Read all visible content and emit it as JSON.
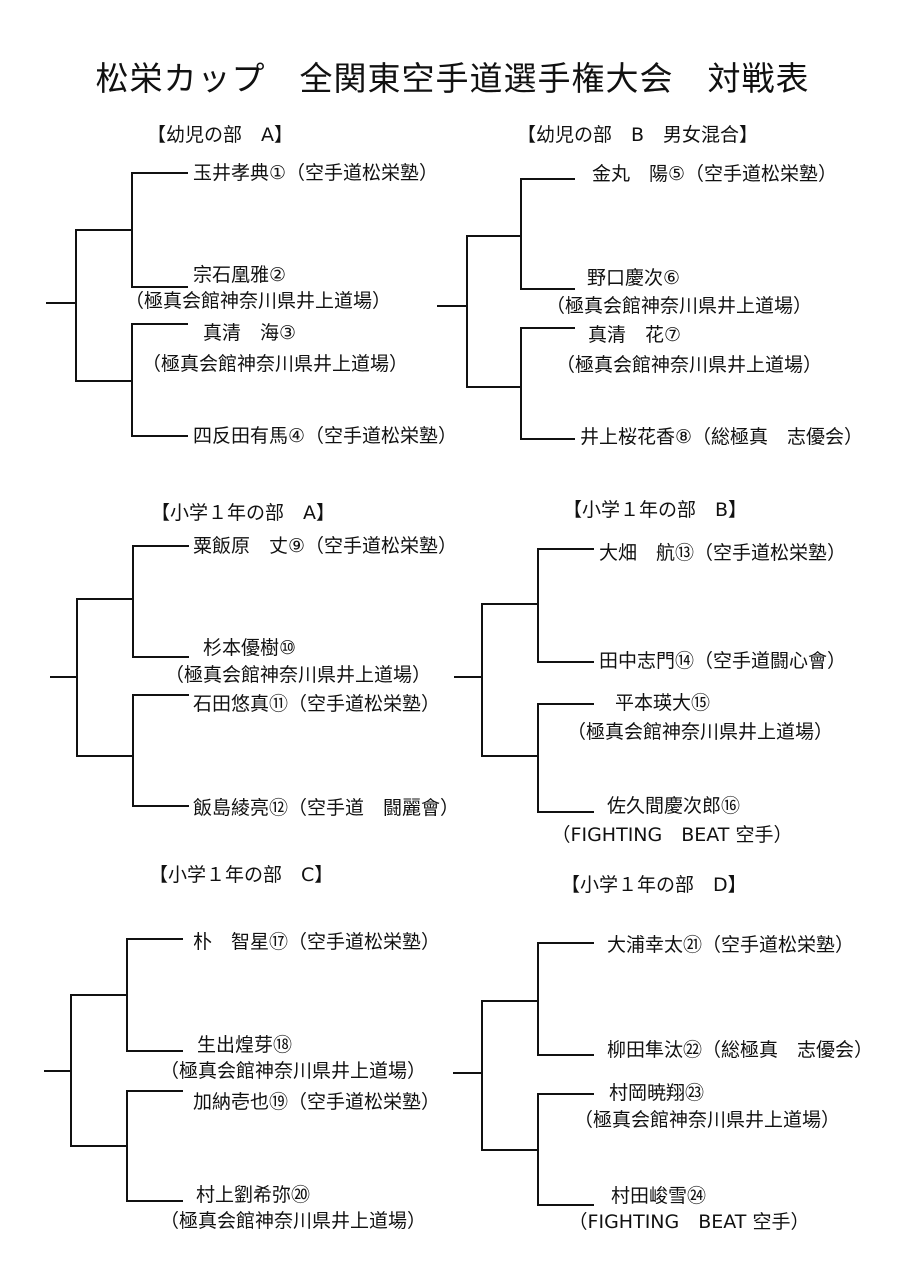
{
  "title": "松栄カップ　全関東空手道選手権大会　対戦表",
  "brackets": [
    {
      "heading": "【幼児の部　A】",
      "slots": [
        {
          "line1": "玉井孝典①（空手道松栄塾）"
        },
        {
          "line1": "宗石凰雅②",
          "line2": "（極真会館神奈川県井上道場）"
        },
        {
          "line1": "真清　海③",
          "line2": "（極真会館神奈川県井上道場）"
        },
        {
          "line1": "四反田有馬④（空手道松栄塾）"
        }
      ]
    },
    {
      "heading": "【幼児の部　B　男女混合】",
      "slots": [
        {
          "line1": "金丸　陽⑤（空手道松栄塾）"
        },
        {
          "line1": "野口慶次⑥",
          "line2": "（極真会館神奈川県井上道場）"
        },
        {
          "line1": "真清　花⑦",
          "line2": "（極真会館神奈川県井上道場）"
        },
        {
          "line1": "井上桜花香⑧（総極真　志優会）"
        }
      ]
    },
    {
      "heading": "【小学１年の部　A】",
      "slots": [
        {
          "line1": "粟飯原　丈⑨（空手道松栄塾）"
        },
        {
          "line1": "杉本優樹⑩",
          "line2": "（極真会館神奈川県井上道場）"
        },
        {
          "line1": "石田悠真⑪（空手道松栄塾）"
        },
        {
          "line1": "飯島綾亮⑫（空手道　闘麗會）"
        }
      ]
    },
    {
      "heading": "【小学１年の部　B】",
      "slots": [
        {
          "line1": "大畑　航⑬（空手道松栄塾）"
        },
        {
          "line1": "田中志門⑭（空手道闘心會）"
        },
        {
          "line1": "平本瑛大⑮",
          "line2": "（極真会館神奈川県井上道場）"
        },
        {
          "line1": "佐久間慶次郎⑯",
          "line2": "（FIGHTING　BEAT 空手）"
        }
      ]
    },
    {
      "heading": "【小学１年の部　C】",
      "slots": [
        {
          "line1": "朴　智星⑰（空手道松栄塾）"
        },
        {
          "line1": "生出煌芽⑱",
          "line2": "（極真会館神奈川県井上道場）"
        },
        {
          "line1": "加納壱也⑲（空手道松栄塾）"
        },
        {
          "line1": "村上劉希弥⑳",
          "line2": "（極真会館神奈川県井上道場）"
        }
      ]
    },
    {
      "heading": "【小学１年の部　D】",
      "slots": [
        {
          "line1": "大浦幸太㉑（空手道松栄塾）"
        },
        {
          "line1": "柳田隼汰㉒（総極真　志優会）"
        },
        {
          "line1": "村岡暁翔㉓",
          "line2": "（極真会館神奈川県井上道場）"
        },
        {
          "line1": "村田峻雪㉔",
          "line2": "（FIGHTING　BEAT 空手）"
        }
      ]
    }
  ]
}
